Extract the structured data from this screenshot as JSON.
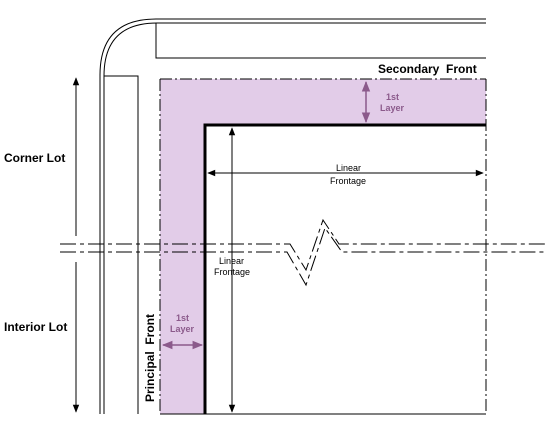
{
  "labels": {
    "secondary_front": "Secondary  Front",
    "principal_front": "Principal  Front",
    "corner_lot": "Corner Lot",
    "interior_lot": "Interior Lot",
    "layer_line1": "1st",
    "layer_line2": "Layer",
    "frontage_line1": "Linear",
    "frontage_line2": "Frontage"
  },
  "colors": {
    "layer_fill": "#e2cce8",
    "layer_text": "#8b5a8b",
    "line": "#000000"
  }
}
